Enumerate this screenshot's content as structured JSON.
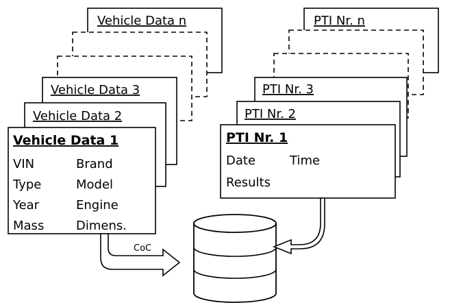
{
  "vehicle": {
    "title_n": "Vehicle Data n",
    "title_3": "Vehicle Data 3",
    "title_2": "Vehicle Data 2",
    "title_1": "Vehicle Data 1",
    "fields": [
      [
        "VIN",
        "Brand"
      ],
      [
        "Type",
        "Model"
      ],
      [
        "Year",
        "Engine"
      ],
      [
        "Mass",
        "Dimens."
      ]
    ]
  },
  "pti": {
    "title_n": "PTI Nr. n",
    "title_3": "PTI Nr. 3",
    "title_2": "PTI Nr. 2",
    "title_1": "PTI Nr. 1",
    "fields": [
      [
        "Date",
        "Time"
      ],
      [
        "Results",
        ""
      ]
    ]
  },
  "arrow_label": "CoC"
}
